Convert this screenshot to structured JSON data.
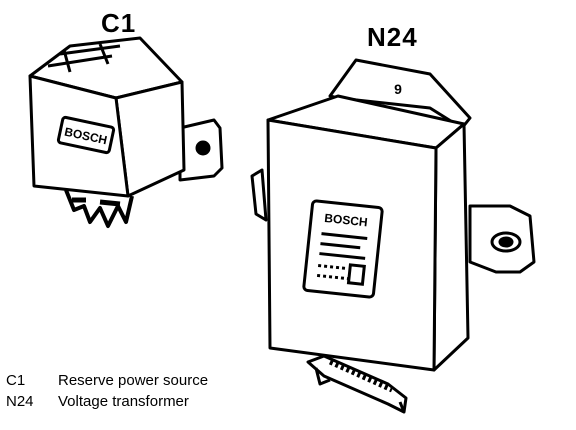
{
  "labels": {
    "c1": "C1",
    "n24": "N24",
    "logo_c1": "BOSCH",
    "logo_n24": "BOSCH",
    "mount_number": "9"
  },
  "legend": [
    {
      "code": "C1",
      "text": "Reserve power source"
    },
    {
      "code": "N24",
      "text": "Voltage transformer"
    }
  ]
}
